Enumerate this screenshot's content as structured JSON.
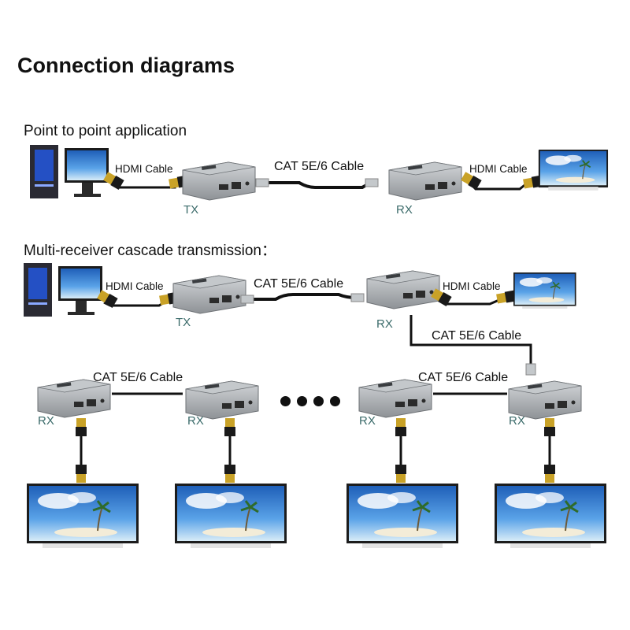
{
  "title": "Connection diagrams",
  "sections": {
    "p2p": {
      "heading": "Point to point application",
      "hdmi_cable_left": "HDMI Cable",
      "cat_cable": "CAT 5E/6 Cable",
      "hdmi_cable_right": "HDMI Cable",
      "tx_label": "TX",
      "rx_label": "RX"
    },
    "cascade": {
      "heading": "Multi-receiver cascade transmission：",
      "hdmi_cable_left": "HDMI Cable",
      "cat_cable_top": "CAT 5E/6 Cable",
      "hdmi_cable_right": "HDMI Cable",
      "tx_label": "TX",
      "rx_label_top": "RX",
      "cat_cable_down": "CAT 5E/6 Cable",
      "cat_cable_left_pair": "CAT 5E/6 Cable",
      "cat_cable_right_pair": "CAT 5E/6 Cable",
      "rx_labels": [
        "RX",
        "RX",
        "RX",
        "RX"
      ]
    }
  },
  "colors": {
    "device": "#a9adb1",
    "cable": "#111111",
    "connector_gold": "#c9a227",
    "screen_sky": "#2f7fd8"
  },
  "icons": [
    "pc-tower-icon",
    "monitor-icon",
    "tv-icon",
    "extender-box-icon",
    "hdmi-plug-icon",
    "rj45-plug-icon"
  ]
}
